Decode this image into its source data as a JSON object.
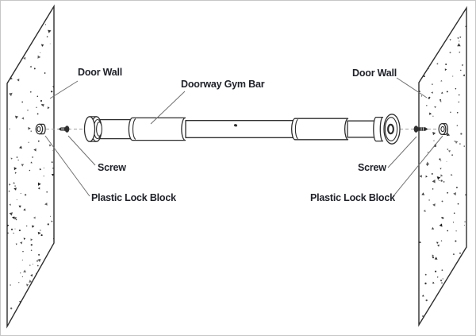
{
  "figure": {
    "type": "installation-diagram",
    "labels": {
      "left_door_wall": "Door Wall",
      "right_door_wall": "Door Wall",
      "bar": "Doorway Gym Bar",
      "left_screw": "Screw",
      "right_screw": "Screw",
      "left_lock_block": "Plastic Lock Block",
      "right_lock_block": "Plastic Lock Block"
    },
    "colors": {
      "line": "#2e2e2e",
      "text": "#20222a",
      "leader": "#707070",
      "dash": "#a0a0a0",
      "speckle": "#1d1d1d",
      "bg": "#ffffff",
      "border": "#c6c6c6"
    }
  }
}
